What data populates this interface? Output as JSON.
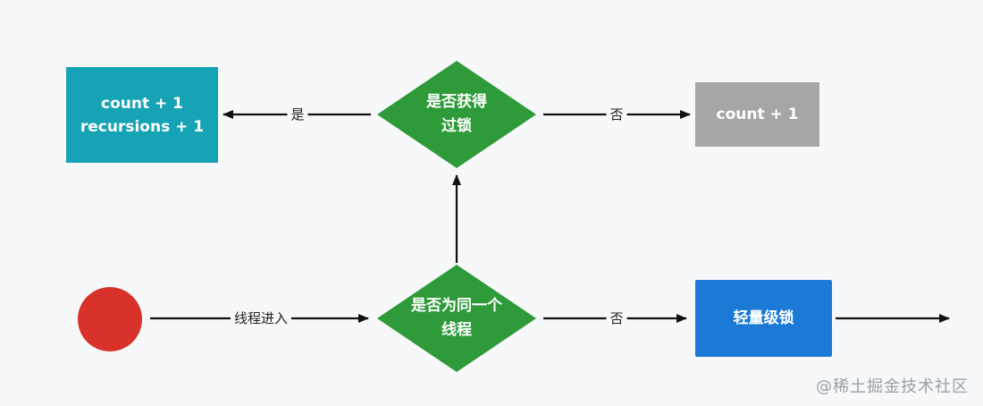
{
  "nodes": {
    "reentrant_box": {
      "lines": [
        "count + 1",
        "recursions + 1"
      ]
    },
    "acquired_decision": {
      "lines": [
        "是否获得",
        "过锁"
      ]
    },
    "not_acquired_box": {
      "lines": [
        "count + 1"
      ]
    },
    "same_thread_decision": {
      "lines": [
        "是否为同一个",
        "线程"
      ]
    },
    "lightweight_lock_box": {
      "lines": [
        "轻量级锁"
      ]
    }
  },
  "edges": {
    "enter_label": "线程进入",
    "yes_label": "是",
    "no_label_top": "否",
    "no_label_bottom": "否"
  },
  "watermark": "@稀土掘金技术社区",
  "colors": {
    "teal": "#15a3b5",
    "green": "#2e9a3a",
    "gray": "#a6a6a6",
    "blue": "#1a7ad6",
    "red": "#d8322a",
    "arrow": "#111111"
  }
}
